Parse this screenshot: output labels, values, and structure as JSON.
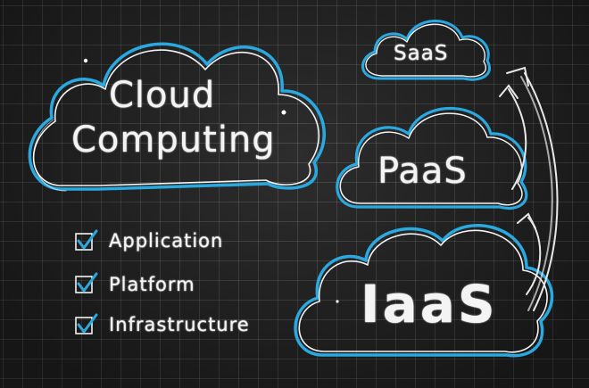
{
  "clouds": {
    "main": {
      "line1": "Cloud",
      "line2": "Computing"
    },
    "saas": "SaaS",
    "paas": "PaaS",
    "iaas": "IaaS"
  },
  "checklist": [
    {
      "label": "Application",
      "checked": true
    },
    {
      "label": "Platform",
      "checked": true
    },
    {
      "label": "Infrastructure",
      "checked": true
    }
  ],
  "colors": {
    "board": "#222222",
    "chalk": "#f4f4f4",
    "accent": "#2aa9e0"
  }
}
